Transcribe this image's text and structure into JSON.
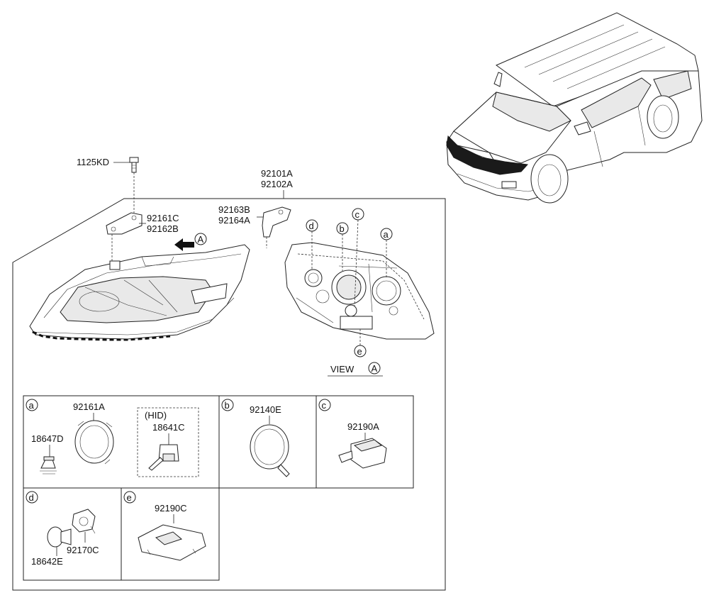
{
  "labels": {
    "bolt": "1125KD",
    "assy_1": "92101A",
    "assy_2": "92102A",
    "bracket_l1": "92161C",
    "bracket_l2": "92162B",
    "bracket_r1": "92163B",
    "bracket_r2": "92164A",
    "view_arrow_letter": "A",
    "view_text": "VIEW",
    "view_letter": "A",
    "callout_a": "a",
    "callout_b": "b",
    "callout_c": "c",
    "callout_d": "d",
    "callout_e": "e"
  },
  "boxes": {
    "a": {
      "letter": "a",
      "socket": "92161A",
      "bulb": "18647D",
      "hid_title": "(HID)",
      "hid_bulb": "18641C"
    },
    "b": {
      "letter": "b",
      "part": "92140E"
    },
    "c": {
      "letter": "c",
      "part": "92190A"
    },
    "d": {
      "letter": "d",
      "socket": "92170C",
      "bulb": "18642E"
    },
    "e": {
      "letter": "e",
      "part": "92190C"
    }
  }
}
